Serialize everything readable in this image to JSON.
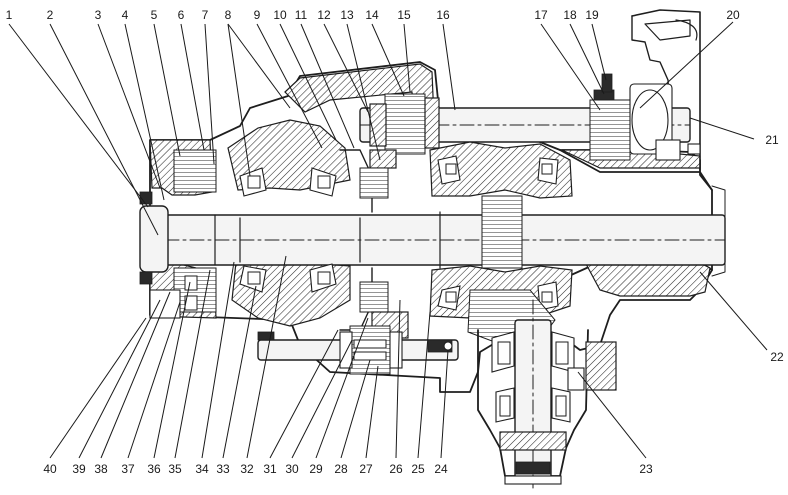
{
  "figure": {
    "callouts_top": [
      "1",
      "2",
      "3",
      "4",
      "5",
      "6",
      "7",
      "8",
      "9",
      "10",
      "11",
      "12",
      "13",
      "14",
      "15",
      "16",
      "17",
      "18",
      "19",
      "20"
    ],
    "callouts_bottom": [
      "40",
      "39",
      "38",
      "37",
      "36",
      "35",
      "34",
      "33",
      "32",
      "31",
      "30",
      "29",
      "28",
      "27",
      "26",
      "25",
      "24",
      "23"
    ],
    "callouts_right": [
      "21",
      "22"
    ]
  }
}
